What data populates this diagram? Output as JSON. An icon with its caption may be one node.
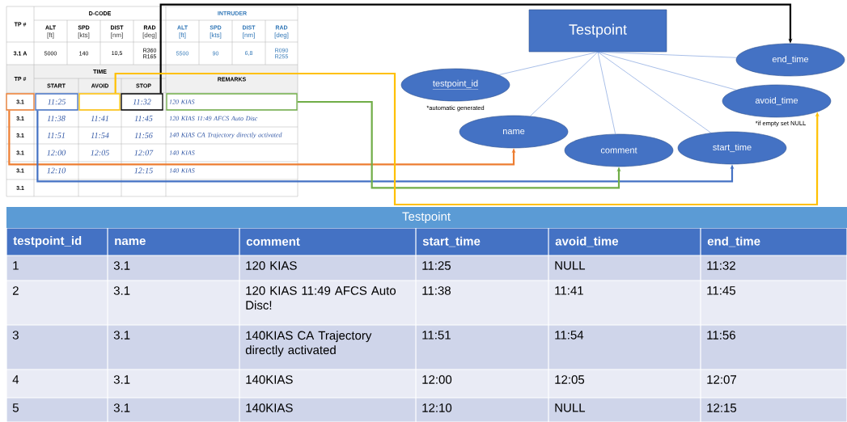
{
  "diagram": {
    "nodes": [
      {
        "text": [
          "3.1"
        ]
      },
      {
        "text": [
          "11:25"
        ]
      },
      {
        "text": [],
        "shape": "box"
      },
      {
        "text": [
          "11:32"
        ]
      },
      {
        "text": [
          "120 KIAS"
        ]
      },
      {
        "text": [
          "Testpoint"
        ]
      },
      {
        "text": [
          "testpoint_id"
        ],
        "beside": [
          "*automatic generated"
        ]
      },
      {
        "text": [
          "name"
        ]
      },
      {
        "text": [
          "comment"
        ]
      },
      {
        "text": [
          "start_time"
        ]
      },
      {
        "text": [
          "avoid_time"
        ],
        "beside": [
          "*if empty set NULL"
        ]
      },
      {
        "text": [
          "end_time"
        ]
      }
    ],
    "edges": [
      {
        "from": 5,
        "to": 6,
        "arrow": "none"
      },
      {
        "from": 5,
        "to": 7,
        "arrow": "none"
      },
      {
        "from": 5,
        "to": 8,
        "arrow": "none"
      },
      {
        "from": 5,
        "to": 9,
        "arrow": "none"
      },
      {
        "from": 5,
        "to": 10,
        "arrow": "none"
      },
      {
        "from": 5,
        "to": 11,
        "arrow": "none"
      },
      {
        "from": 0,
        "to": 7,
        "arrow": "to",
        "style": "thick",
        "color": "#ed7d31"
      },
      {
        "from": 1,
        "to": 9,
        "arrow": "to",
        "style": "thick",
        "color": "#4472c4"
      },
      {
        "from": 4,
        "to": 8,
        "arrow": "to",
        "style": "thick",
        "color": "#70ad47"
      },
      {
        "from": 3,
        "to": 11,
        "arrow": "to",
        "style": "thick",
        "color": "#000000"
      },
      {
        "from": 2,
        "to": 10,
        "arrow": "to",
        "style": "thick",
        "color": "#ffc000"
      }
    ],
    "labels": [
      "TP #",
      "D-CODE",
      "INTRUDER",
      "ALT",
      "[ft]",
      "SPD",
      "[kts]",
      "DIST",
      "[nm]",
      "RAD",
      "[deg]",
      "ALT",
      "[ft]",
      "SPD",
      "[kts]",
      "DIST",
      "[nm]",
      "RAD",
      "[deg]",
      "3.1 A",
      "5000",
      "140",
      "10,5",
      "R360 R165",
      "5500",
      "90",
      "6,8",
      "R090 R255",
      "TP #",
      "TIME",
      "REMARKS",
      "START",
      "AVOID",
      "STOP",
      "3.1",
      "11:38",
      "11:41",
      "11:45",
      "120 KIAS 11:49 AFCS Auto Disc",
      "3.1",
      "11:51",
      "11:54",
      "11:56",
      "140 KIAS CA Trajectory directly activated",
      "3.1",
      "12:00",
      "12:05",
      "12:07",
      "140 KIAS",
      "3.1",
      "12:10",
      "12:15",
      "140 KIAS",
      "3.1",
      "Testpoint",
      "testpoint_id",
      "name",
      "comment",
      "start_time",
      "avoid_time",
      "end_time",
      "1",
      "3.1",
      "120 KIAS",
      "11:25",
      "NULL",
      "11:32",
      "2",
      "3.1",
      "120 KIAS 11:49 AFCS Auto Disc!",
      "11:38",
      "11:41",
      "11:45",
      "3",
      "3.1",
      "140KIAS CA Trajectory directly activated",
      "11:51",
      "11:54",
      "11:56",
      "4",
      "3.1",
      "140KIAS",
      "12:00",
      "12:05",
      "12:07",
      "5",
      "3.1",
      "140KIAS",
      "12:10",
      "NULL",
      "12:15"
    ]
  }
}
